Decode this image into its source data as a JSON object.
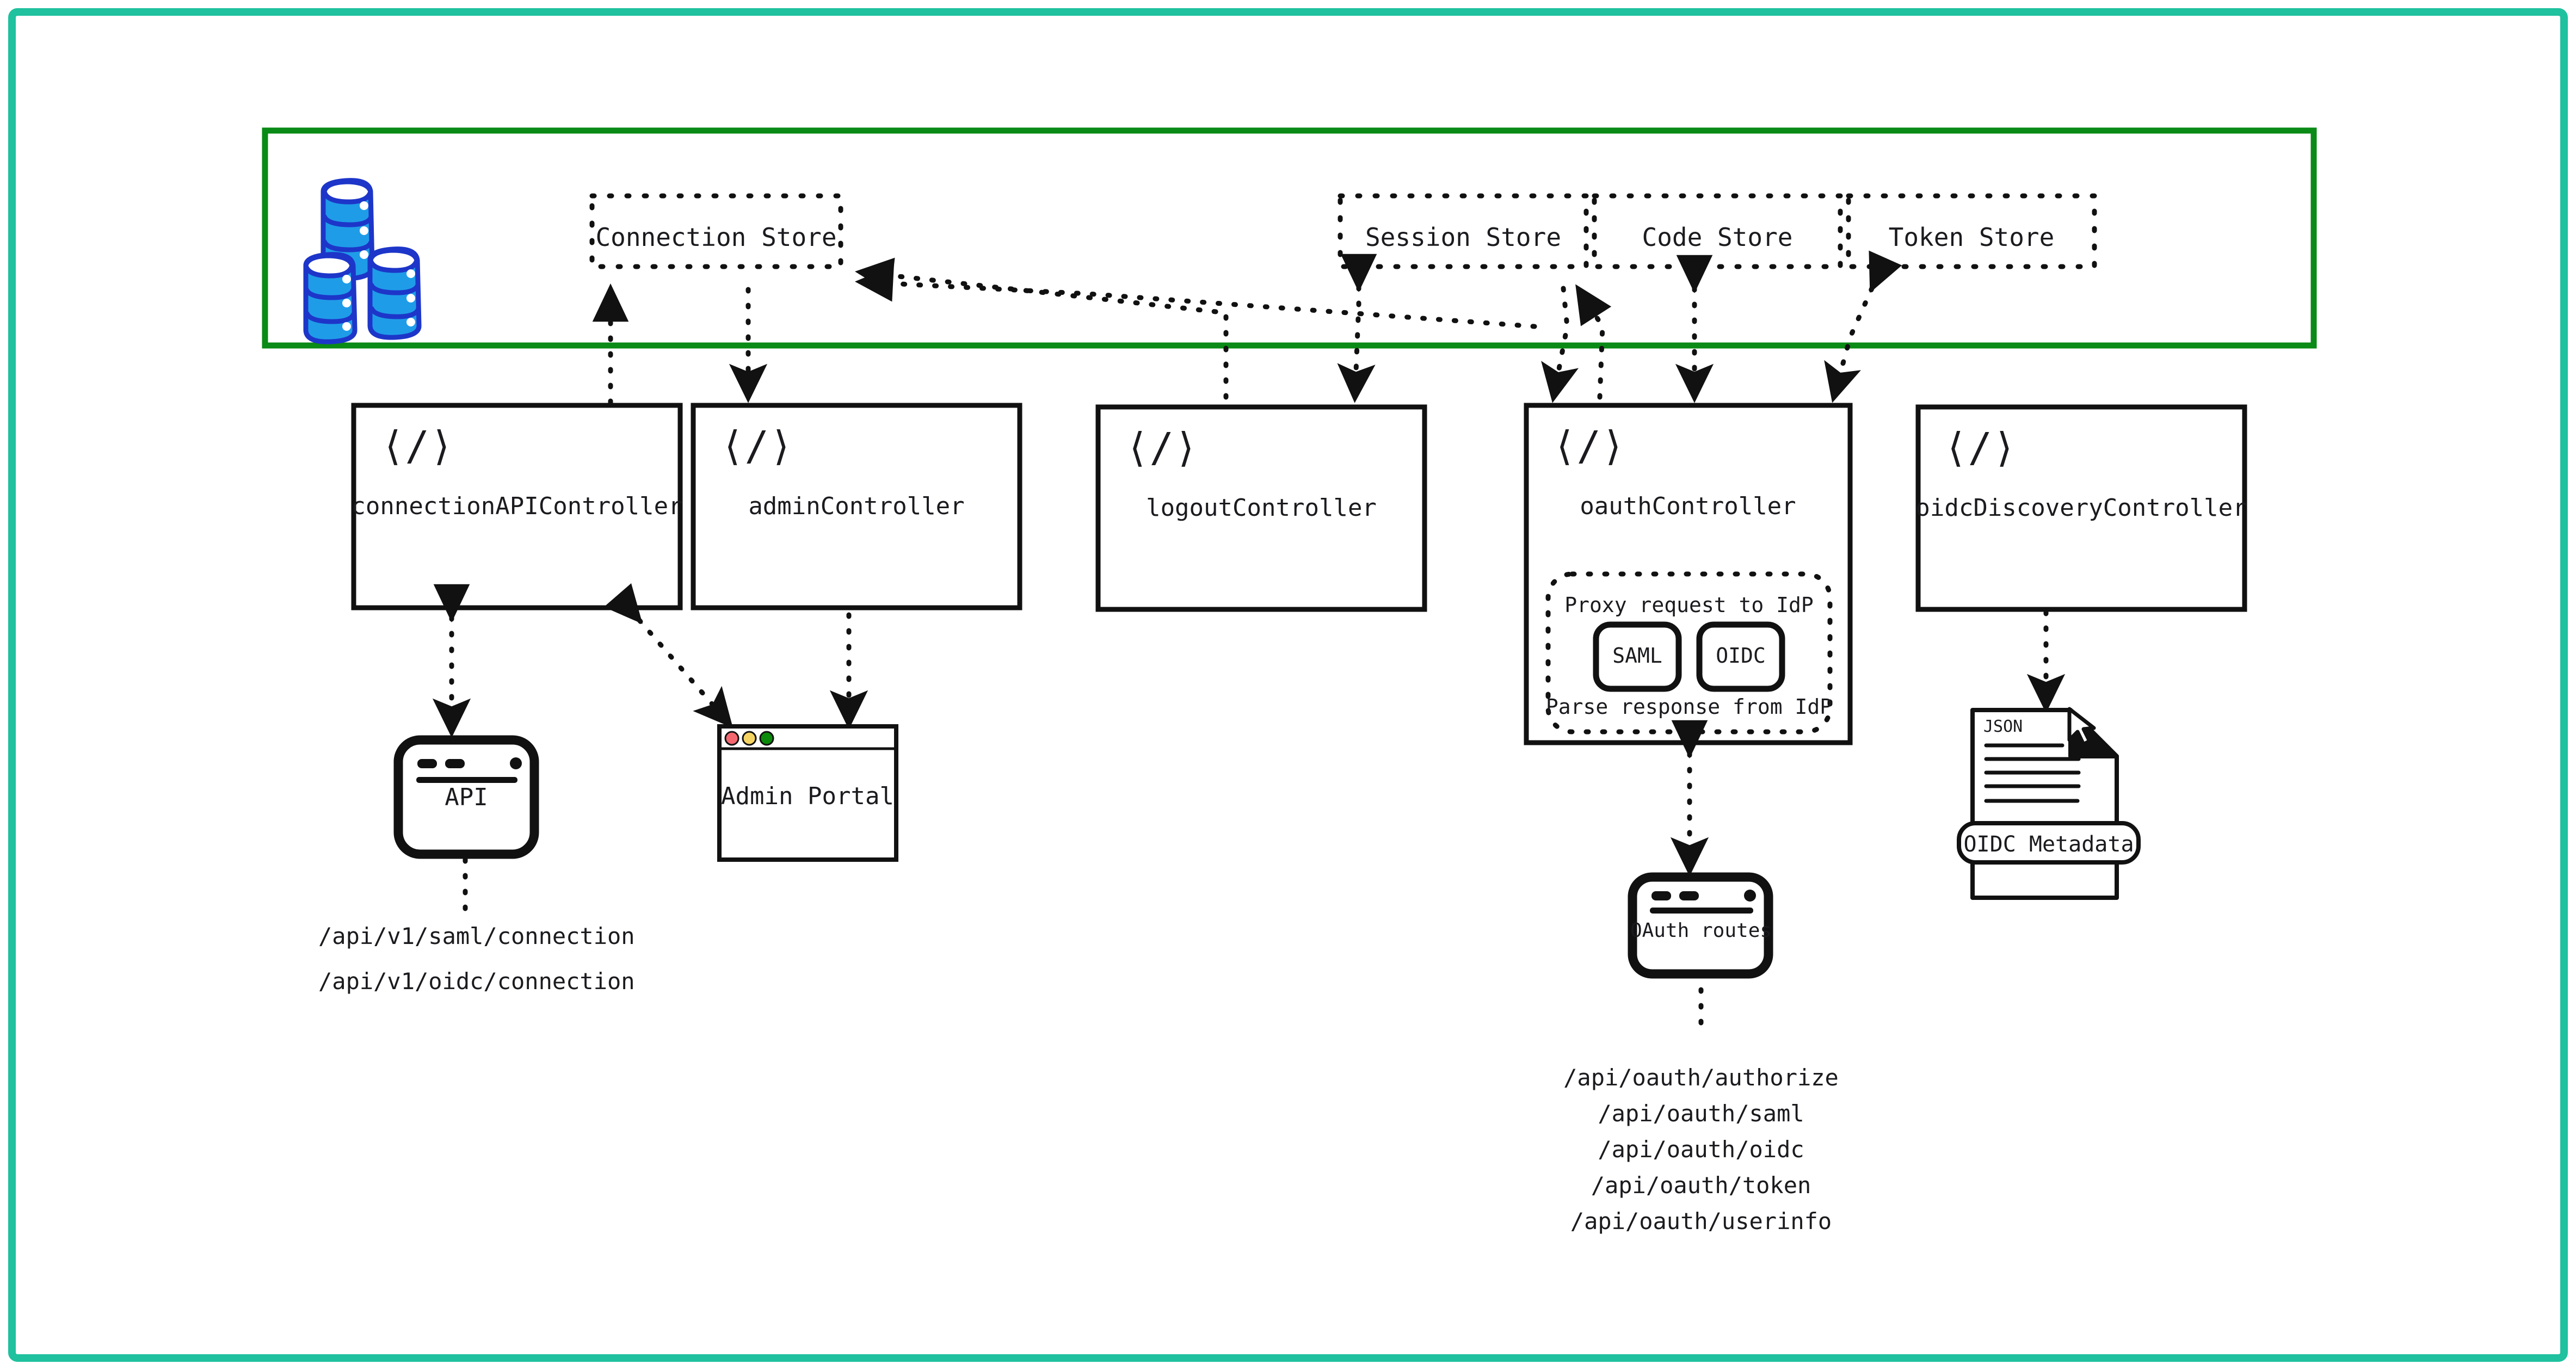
{
  "frame": {
    "outer_border_color": "#20c19e",
    "inner_border_color": "#0a8a16"
  },
  "store_group": {
    "db_icon": "database-stack-icon",
    "db_colors": {
      "fill": "#1f9ce8",
      "stroke": "#1d36c9"
    },
    "stores": [
      {
        "id": "connection-store",
        "label": "Connection Store"
      },
      {
        "id": "session-store",
        "label": "Session Store"
      },
      {
        "id": "code-store",
        "label": "Code Store"
      },
      {
        "id": "token-store",
        "label": "Token Store"
      }
    ]
  },
  "controllers": [
    {
      "id": "connection-api-controller",
      "label": "connectionAPIController",
      "icon": "code-brackets-icon"
    },
    {
      "id": "admin-controller",
      "label": "adminController",
      "icon": "code-brackets-icon"
    },
    {
      "id": "logout-controller",
      "label": "logoutController",
      "icon": "code-brackets-icon"
    },
    {
      "id": "oauth-controller",
      "label": "oauthController",
      "icon": "code-brackets-icon"
    },
    {
      "id": "oidc-discovery-controller",
      "label": "oidcDiscoveryController",
      "icon": "code-brackets-icon"
    }
  ],
  "idp_panel": {
    "top_label": "Proxy request to IdP",
    "bottom_label": "Parse response from IdP",
    "protocols": [
      {
        "id": "saml",
        "label": "SAML"
      },
      {
        "id": "oidc",
        "label": "OIDC"
      }
    ]
  },
  "clients": {
    "api_window": {
      "label": "API",
      "icon": "browser-window-icon"
    },
    "admin_portal": {
      "label": "Admin Portal",
      "icon": "browser-window-icon",
      "traffic_lights": [
        "#f4676f",
        "#f5d463",
        "#0b8a0b"
      ]
    },
    "oauth_routes": {
      "label": "OAuth routes",
      "icon": "browser-window-icon"
    },
    "oidc_metadata": {
      "label": "OIDC Metadata",
      "doc_badge": "JSON",
      "icon": "json-document-icon"
    }
  },
  "endpoints": {
    "connection": [
      "/api/v1/saml/connection",
      "/api/v1/oidc/connection"
    ],
    "oauth": [
      "/api/oauth/authorize",
      "/api/oauth/saml",
      "/api/oauth/oidc",
      "/api/oauth/token",
      "/api/oauth/userinfo"
    ]
  },
  "cursor": {
    "icon": "mouse-pointer-icon"
  }
}
